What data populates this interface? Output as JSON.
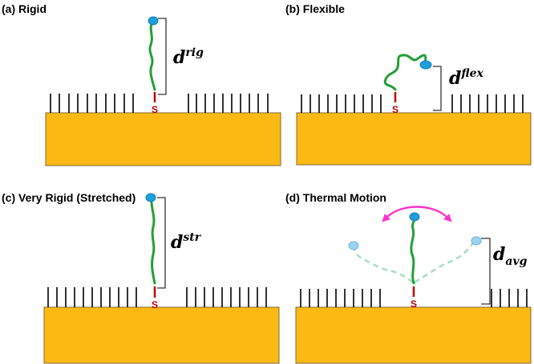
{
  "colors": {
    "substrate": "#FDB913",
    "substrate_edge": "#7f6a3a",
    "chain": "#22a033",
    "chain_ghost": "#a6e0c0",
    "bead": "#1ca0dc",
    "bead_ghost": "#9cd2f0",
    "anchor": "#c00000",
    "arrow": "#ff33cc",
    "bristle": "#000000"
  },
  "panels": [
    {
      "id": "a",
      "label": "(a) Rigid",
      "dist_base": "d",
      "dist_sup": "rig",
      "dist_sup_kind": "sup",
      "anchor_label": "S"
    },
    {
      "id": "b",
      "label": "(b) Flexible",
      "dist_base": "d",
      "dist_sup": "flex",
      "dist_sup_kind": "sup",
      "anchor_label": "S"
    },
    {
      "id": "c",
      "label": "(c) Very Rigid (Stretched)",
      "dist_base": "d",
      "dist_sup": "str",
      "dist_sup_kind": "sup",
      "anchor_label": "S"
    },
    {
      "id": "d",
      "label": "(d) Thermal Motion",
      "dist_base": "d",
      "dist_sup": "avg",
      "dist_sup_kind": "sub",
      "anchor_label": "S"
    }
  ]
}
